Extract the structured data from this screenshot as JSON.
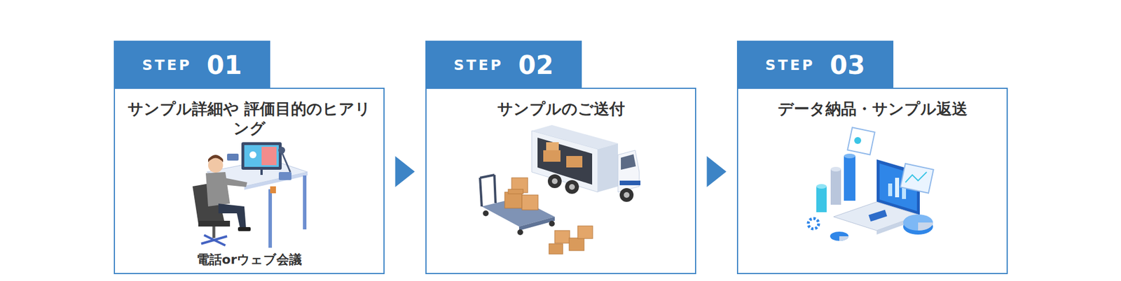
{
  "diagram": {
    "nodes": [
      {
        "text": [
          "STEP",
          "01",
          "サンプル詳細や 評価目的のヒアリング",
          "電話orウェブ会議"
        ]
      },
      {
        "text": [
          "STEP",
          "02",
          "サンプルのご送付"
        ]
      },
      {
        "text": [
          "STEP",
          "03",
          "データ納品・サンプル返送"
        ]
      }
    ],
    "edges": [
      {
        "from": 0,
        "to": 1,
        "arrow": "to"
      },
      {
        "from": 1,
        "to": 2,
        "arrow": "to"
      }
    ]
  }
}
